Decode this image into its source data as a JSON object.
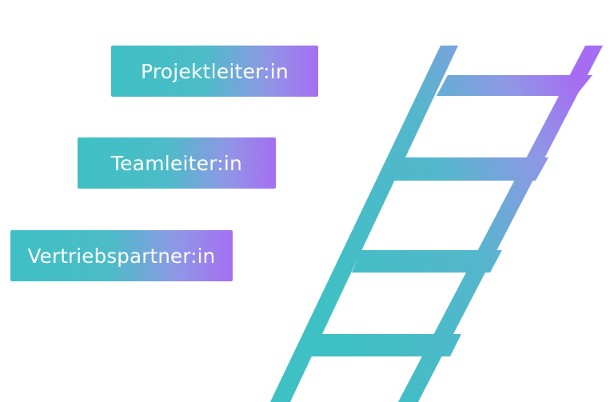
{
  "diagram": {
    "labels": [
      "Projektleiter:in",
      "Teamleiter:in",
      "Vertriebspartner:in"
    ],
    "icon": "ladder-icon",
    "colors": {
      "gradient_start": "#3fc0c4",
      "gradient_end": "#a56ef2",
      "background": "#ffffff",
      "text": "#ffffff"
    }
  }
}
